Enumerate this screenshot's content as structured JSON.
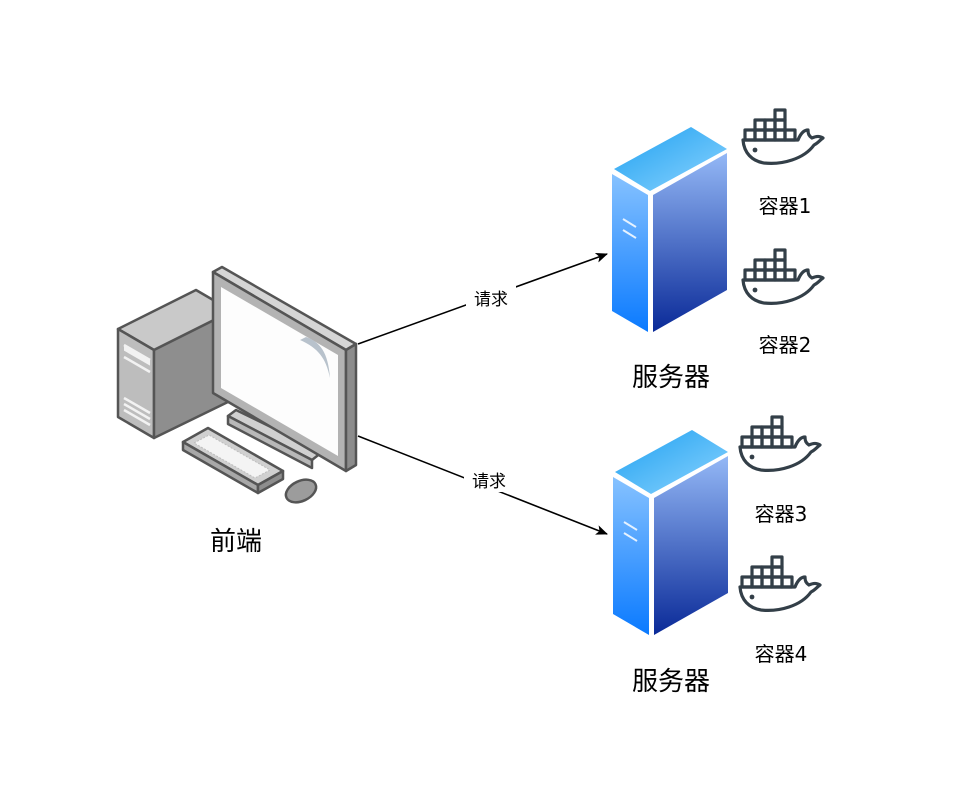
{
  "diagram": {
    "type": "architecture",
    "nodes": {
      "frontend": {
        "label": "前端",
        "icon": "desktop-computer-icon"
      },
      "servers": [
        {
          "label": "服务器",
          "icon": "server-tower-icon",
          "containers": [
            {
              "label": "容器1",
              "icon": "docker-whale-icon"
            },
            {
              "label": "容器2",
              "icon": "docker-whale-icon"
            }
          ]
        },
        {
          "label": "服务器",
          "icon": "server-tower-icon",
          "containers": [
            {
              "label": "容器3",
              "icon": "docker-whale-icon"
            },
            {
              "label": "容器4",
              "icon": "docker-whale-icon"
            }
          ]
        }
      ]
    },
    "edges": [
      {
        "from": "前端",
        "to": "服务器 (1)",
        "label": "请求"
      },
      {
        "from": "前端",
        "to": "服务器 (2)",
        "label": "请求"
      }
    ],
    "colors": {
      "server_top": "#29A8F0",
      "server_front_light": "#7FBFFF",
      "server_front_dark": "#0A7CFF",
      "server_side_light": "#93B7F5",
      "server_side_dark": "#0B2C9C",
      "docker_stroke": "#333F48",
      "computer_gray": "#A6A6A6",
      "computer_outline": "#5A5A5A",
      "edge": "#000000"
    }
  }
}
